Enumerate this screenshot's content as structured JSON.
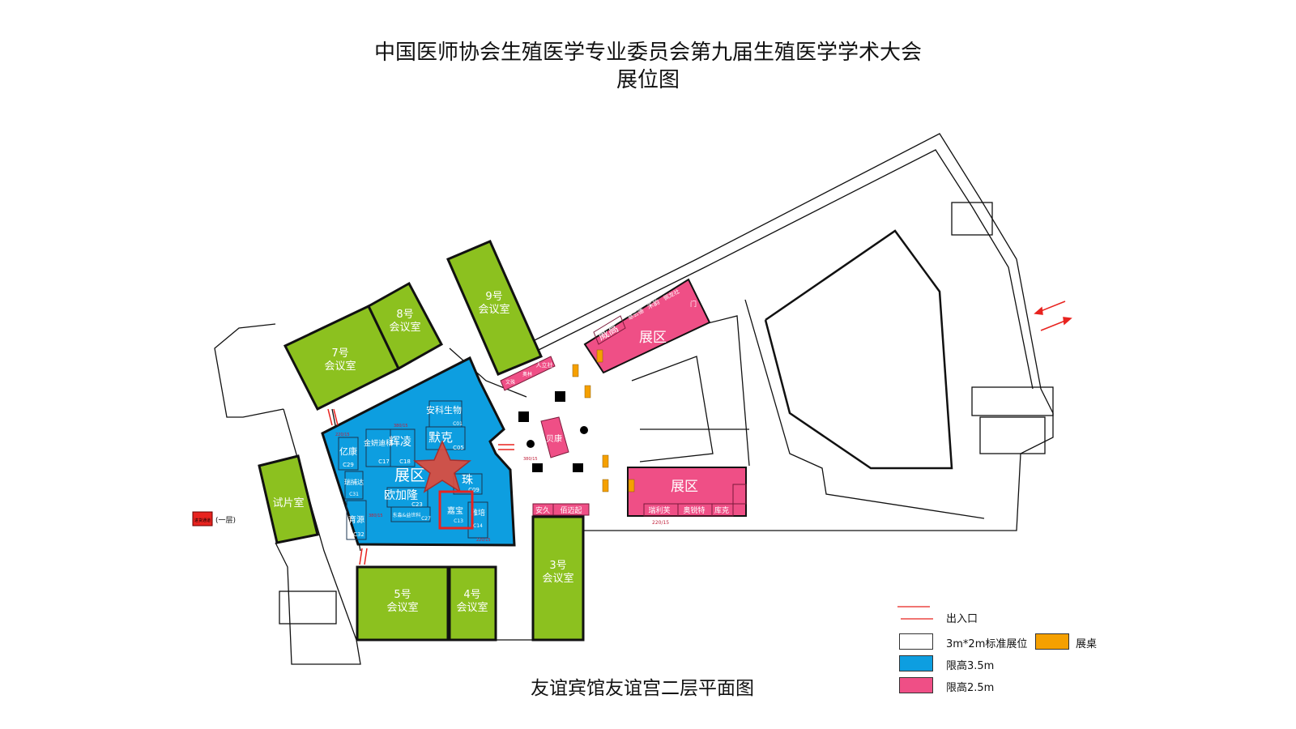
{
  "title": {
    "line1": "中国医师协会生殖医学专业委员会第九届生殖医学学术大会",
    "line2": "展位图"
  },
  "caption": "友谊宾馆友谊宫二层平面图",
  "colors": {
    "green": "#8cc11f",
    "blue": "#0d9ee0",
    "pink": "#ef4f86",
    "orange": "#f5a000",
    "red": "#e8231f"
  },
  "rooms": {
    "r7": {
      "num": "7号",
      "name": "会议室"
    },
    "r8": {
      "num": "8号",
      "name": "会议室"
    },
    "r9": {
      "num": "9号",
      "name": "会议室"
    },
    "r5": {
      "num": "5号",
      "name": "会议室"
    },
    "r4": {
      "num": "4号",
      "name": "会议室"
    },
    "r3": {
      "num": "3号",
      "name": "会议室"
    },
    "preview": "试片室"
  },
  "blue_zone": {
    "label": "展区",
    "booths": [
      {
        "name": "亿康",
        "code": "C29"
      },
      {
        "name": "瑞捕达",
        "code": "C31"
      },
      {
        "name": "育源",
        "code": "C32"
      },
      {
        "name": "金妍迪科",
        "code": "C17"
      },
      {
        "name": "辉凌",
        "code": "C18"
      },
      {
        "name": "安科生物",
        "code": "C01"
      },
      {
        "name": "默克",
        "code": "C05"
      },
      {
        "name": "欧加隆",
        "code": "C23"
      },
      {
        "name": "东淼&益世科",
        "code": "C27"
      },
      {
        "name": "珠",
        "code": "C09"
      },
      {
        "name": "嘉宝",
        "code": "C13"
      },
      {
        "name": "雅培",
        "code": "C14"
      }
    ],
    "sizes": [
      "380/15",
      "220/15",
      "380/15",
      "220/15"
    ]
  },
  "pink_top": {
    "label": "展区",
    "booths": [
      "威高",
      "慈云德",
      "禾韵",
      "佩龙社",
      "门"
    ]
  },
  "pink_bottom": {
    "label": "展区",
    "booths": [
      "瑞利芙",
      "奥锐特",
      "库克"
    ],
    "size": "220/15"
  },
  "pink_small": [
    "文殊",
    "奥林",
    "人立社",
    "贝康",
    "安久",
    "佰迈起"
  ],
  "center_size": "380/15",
  "floor_note": {
    "badge": "进货通道",
    "text": "(一层)"
  },
  "legend": {
    "entrance": "出入口",
    "standard": "3m*2m标准展位",
    "table": "展桌",
    "blue": "限高3.5m",
    "pink": "限高2.5m"
  }
}
